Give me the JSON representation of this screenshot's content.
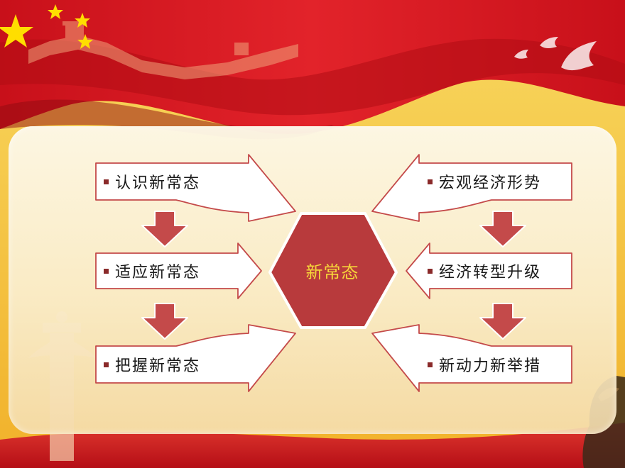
{
  "diagram": {
    "center": {
      "label": "新常态"
    },
    "left_items": [
      {
        "label": "认识新常态"
      },
      {
        "label": "适应新常态"
      },
      {
        "label": "把握新常态"
      }
    ],
    "right_items": [
      {
        "label": "宏观经济形势"
      },
      {
        "label": "经济转型升级"
      },
      {
        "label": "新动力新举措"
      }
    ]
  },
  "colors": {
    "accent_red": "#b83a3c",
    "arrow_red": "#c44a4a",
    "center_text": "#f6d53a",
    "bullet": "#8a2a2a"
  },
  "icons": [
    "china-flag-icon",
    "great-wall-icon",
    "dove-icon",
    "huabiao-pillar-icon",
    "stone-lion-icon"
  ]
}
